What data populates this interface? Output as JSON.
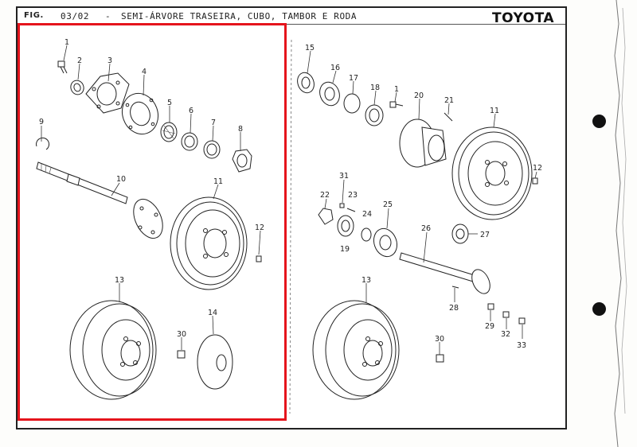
{
  "header": {
    "fig_label": "FIG.",
    "fig_number": "03/02",
    "dash": "-",
    "title": "SEMI-ÁRVORE TRASEIRA, CUBO, TAMBOR E RODA",
    "brand": "TOYOTA"
  },
  "callouts": {
    "c1": "1",
    "c2": "2",
    "c3": "3",
    "c4": "4",
    "c5": "5",
    "c6": "6",
    "c7": "7",
    "c8": "8",
    "c9": "9",
    "c10": "10",
    "c11a": "11",
    "c12a": "12",
    "c13a": "13",
    "c14": "14",
    "c30a": "30",
    "c15": "15",
    "c16": "16",
    "c17": "17",
    "c18": "18",
    "c1b": "1",
    "c20": "20",
    "c21": "21",
    "c11b": "11",
    "c12b": "12",
    "c31": "31",
    "c22": "22",
    "c23": "23",
    "c24": "24",
    "c25": "25",
    "c19": "19",
    "c26": "26",
    "c27": "27",
    "c28": "28",
    "c13b": "13",
    "c29": "29",
    "c32": "32",
    "c33": "33",
    "c30b": "30"
  },
  "colors": {
    "highlight": "#e5141c",
    "ink": "#222222",
    "paper": "#ffffff"
  }
}
